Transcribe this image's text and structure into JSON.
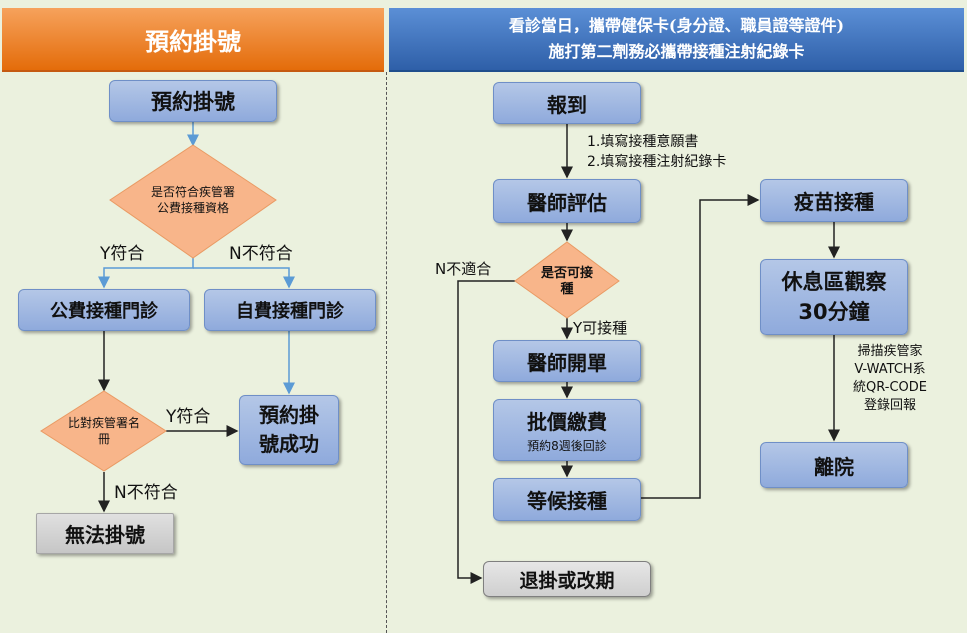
{
  "header": {
    "left_title": "預約掛號",
    "right_line1": "看診當日，攜帶健保卡(身分證、職員證等證件)",
    "right_line2": "施打第二劑務必攜帶接種注射紀錄卡"
  },
  "left": {
    "reserve": "預約掛號",
    "eligibility": "是否符合疾管署公費接種資格",
    "yes_label": "Y符合",
    "no_label": "N不符合",
    "public_clinic": "公費接種門診",
    "self_paid_clinic": "自費接種門診",
    "compare_list": "比對疾管署名冊",
    "compare_yes": "Y符合",
    "compare_no": "N不符合",
    "success": "預約掛號成功",
    "cannot": "無法掛號"
  },
  "right": {
    "checkin": "報到",
    "step1": "1.填寫接種意願書",
    "step2": "2.填寫接種注射紀錄卡",
    "eval": "醫師評估",
    "can_vaccinate": "是否可接種",
    "not_suitable": "N不適合",
    "can_yes": "Y可接種",
    "prescribe": "醫師開單",
    "pay": "批價繳費",
    "pay_note": "預約8週後回診",
    "wait": "等候接種",
    "cancel": "退掛或改期",
    "vaccinate": "疫苗接種",
    "rest_line1": "休息區觀察",
    "rest_line2": "30分鐘",
    "scan_line1": "掃描疾管家",
    "scan_line2": "V-WATCH系",
    "scan_line3": "統QR-CODE",
    "scan_line4": "登錄回報",
    "leave": "離院"
  }
}
